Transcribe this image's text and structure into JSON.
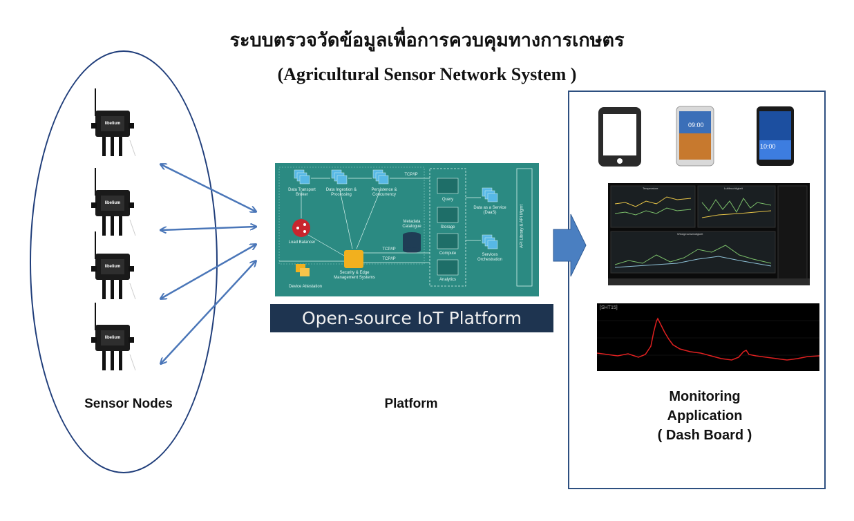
{
  "title_th": "ระบบตรวจวัดข้อมูลเพื่อการควบคุมทางการเกษตร",
  "title_en": "(Agricultural Sensor Network System )",
  "sensor_nodes": {
    "label": "Sensor Nodes",
    "node_brand": "libelium"
  },
  "platform": {
    "label": "Platform",
    "caption": "Open-source IoT Platform",
    "diagram": {
      "data_transport": "Data Transport Broker",
      "ingestion": "Data Ingestion & Processing",
      "persistence": "Persistence & Concurrency",
      "tcp_top": "TCP/IP",
      "query": "Query",
      "storage": "Storage",
      "compute": "Compute",
      "analytics": "Analytics",
      "daas": "Data as a Service (DaaS)",
      "services": "Services Orchestration",
      "api": "API Library & API Mgmt",
      "metadata": "Metadata Catalogue",
      "load_balancer": "Load Balancer",
      "security": "Security & Edge Management Systems",
      "tcp_mid1": "TCP/IP",
      "tcp_mid2": "TCP/IP",
      "device": "Device Attestation"
    }
  },
  "monitoring": {
    "label_line1": "Monitoring",
    "label_line2": "Application",
    "label_line3": "( Dash Board )",
    "phone_time1": "09:00",
    "phone_time2": "10:00",
    "dash_panels": [
      "Temperature",
      "Luftfeuchtigkeit",
      "Windgeschwindigkeit"
    ],
    "sht_label": "[SHT15]"
  },
  "colors": {
    "ellipse": "#1f3d7a",
    "arrow": "#4a76b8",
    "platform_bg": "#2b8a82",
    "caption_bg": "#1e3450",
    "big_arrow": "#4a7fc1",
    "sht_line": "#e02020"
  }
}
